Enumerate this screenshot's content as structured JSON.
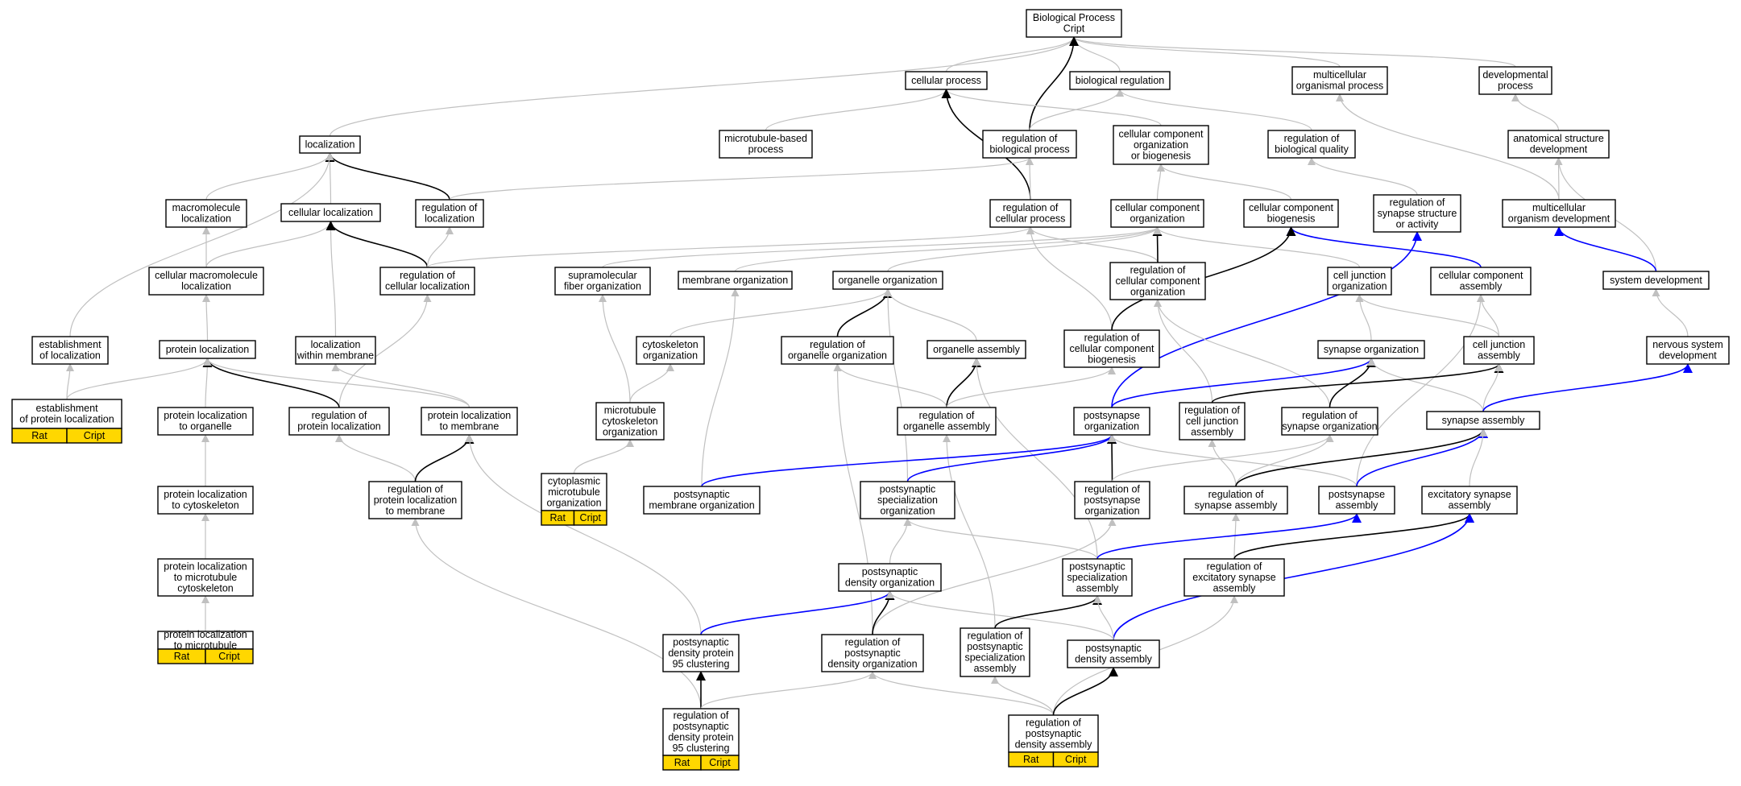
{
  "diagram": {
    "colors": {
      "gray": "#c0c0c0",
      "black": "#000000",
      "blue": "#0000ff",
      "badge": "#FFD700"
    },
    "nodes": [
      {
        "id": "bp",
        "lines": [
          "Biological Process",
          "Cript"
        ]
      },
      {
        "id": "cp",
        "lines": [
          "cellular process"
        ]
      },
      {
        "id": "br",
        "lines": [
          "biological regulation"
        ]
      },
      {
        "id": "mop",
        "lines": [
          "multicellular",
          "organismal process"
        ]
      },
      {
        "id": "dp",
        "lines": [
          "developmental",
          "process"
        ]
      },
      {
        "id": "loc",
        "lines": [
          "localization"
        ]
      },
      {
        "id": "mbp",
        "lines": [
          "microtubule-based",
          "process"
        ]
      },
      {
        "id": "rbp",
        "lines": [
          "regulation of",
          "biological process"
        ]
      },
      {
        "id": "ccob",
        "lines": [
          "cellular component",
          "organization",
          "or biogenesis"
        ]
      },
      {
        "id": "rbq",
        "lines": [
          "regulation of",
          "biological quality"
        ]
      },
      {
        "id": "asd",
        "lines": [
          "anatomical structure",
          "development"
        ]
      },
      {
        "id": "macloc",
        "lines": [
          "macromolecule",
          "localization"
        ]
      },
      {
        "id": "cloc",
        "lines": [
          "cellular localization"
        ]
      },
      {
        "id": "rloc",
        "lines": [
          "regulation of",
          "localization"
        ]
      },
      {
        "id": "rcp",
        "lines": [
          "regulation of",
          "cellular process"
        ]
      },
      {
        "id": "cco",
        "lines": [
          "cellular component",
          "organization"
        ]
      },
      {
        "id": "ccb",
        "lines": [
          "cellular component",
          "biogenesis"
        ]
      },
      {
        "id": "rssa",
        "lines": [
          "regulation of",
          "synapse structure",
          "or activity"
        ]
      },
      {
        "id": "mod",
        "lines": [
          "multicellular",
          "organism development"
        ]
      },
      {
        "id": "cmloc",
        "lines": [
          "cellular macromolecule",
          "localization"
        ]
      },
      {
        "id": "rcloc",
        "lines": [
          "regulation of",
          "cellular localization"
        ]
      },
      {
        "id": "sfo",
        "lines": [
          "supramolecular",
          "fiber organization"
        ]
      },
      {
        "id": "mo",
        "lines": [
          "membrane organization"
        ]
      },
      {
        "id": "oo",
        "lines": [
          "organelle organization"
        ]
      },
      {
        "id": "rcco",
        "lines": [
          "regulation of",
          "cellular component",
          "organization"
        ]
      },
      {
        "id": "cjo",
        "lines": [
          "cell junction",
          "organization"
        ]
      },
      {
        "id": "cca",
        "lines": [
          "cellular component",
          "assembly"
        ]
      },
      {
        "id": "sd",
        "lines": [
          "system development"
        ]
      },
      {
        "id": "eloc",
        "lines": [
          "establishment",
          "of localization"
        ]
      },
      {
        "id": "ploc",
        "lines": [
          "protein localization"
        ]
      },
      {
        "id": "locm",
        "lines": [
          "localization",
          "within membrane"
        ]
      },
      {
        "id": "cyo",
        "lines": [
          "cytoskeleton",
          "organization"
        ]
      },
      {
        "id": "roo",
        "lines": [
          "regulation of",
          "organelle organization"
        ]
      },
      {
        "id": "oa",
        "lines": [
          "organelle assembly"
        ]
      },
      {
        "id": "rccb",
        "lines": [
          "regulation of",
          "cellular component",
          "biogenesis"
        ]
      },
      {
        "id": "so",
        "lines": [
          "synapse organization"
        ]
      },
      {
        "id": "cja",
        "lines": [
          "cell junction",
          "assembly"
        ]
      },
      {
        "id": "nsd",
        "lines": [
          "nervous system",
          "development"
        ]
      },
      {
        "id": "eploc",
        "lines": [
          "establishment",
          "of protein localization"
        ],
        "badges": [
          "Rat",
          "Cript"
        ]
      },
      {
        "id": "plo",
        "lines": [
          "protein localization",
          "to organelle"
        ]
      },
      {
        "id": "rploc",
        "lines": [
          "regulation of",
          "protein localization"
        ]
      },
      {
        "id": "plm",
        "lines": [
          "protein localization",
          "to membrane"
        ]
      },
      {
        "id": "mco",
        "lines": [
          "microtubule",
          "cytoskeleton",
          "organization"
        ]
      },
      {
        "id": "roa",
        "lines": [
          "regulation of",
          "organelle assembly"
        ]
      },
      {
        "id": "pso",
        "lines": [
          "postsynapse",
          "organization"
        ]
      },
      {
        "id": "rcja",
        "lines": [
          "regulation of",
          "cell junction",
          "assembly"
        ]
      },
      {
        "id": "rso",
        "lines": [
          "regulation of",
          "synapse organization"
        ]
      },
      {
        "id": "sa",
        "lines": [
          "synapse assembly"
        ]
      },
      {
        "id": "plc",
        "lines": [
          "protein localization",
          "to cytoskeleton"
        ]
      },
      {
        "id": "rplm",
        "lines": [
          "regulation of",
          "protein localization",
          "to membrane"
        ]
      },
      {
        "id": "cmo",
        "lines": [
          "cytoplasmic",
          "microtubule",
          "organization"
        ],
        "badges": [
          "Rat",
          "Cript"
        ]
      },
      {
        "id": "pmo",
        "lines": [
          "postsynaptic",
          "membrane organization"
        ]
      },
      {
        "id": "psso",
        "lines": [
          "postsynaptic",
          "specialization",
          "organization"
        ]
      },
      {
        "id": "rpso",
        "lines": [
          "regulation of",
          "postsynapse",
          "organization"
        ]
      },
      {
        "id": "rsa",
        "lines": [
          "regulation of",
          "synapse assembly"
        ]
      },
      {
        "id": "psa",
        "lines": [
          "postsynapse",
          "assembly"
        ]
      },
      {
        "id": "esa",
        "lines": [
          "excitatory synapse",
          "assembly"
        ]
      },
      {
        "id": "plmc",
        "lines": [
          "protein localization",
          "to microtubule",
          "cytoskeleton"
        ]
      },
      {
        "id": "pdo",
        "lines": [
          "postsynaptic",
          "density organization"
        ]
      },
      {
        "id": "pssa",
        "lines": [
          "postsynaptic",
          "specialization",
          "assembly"
        ]
      },
      {
        "id": "resa",
        "lines": [
          "regulation of",
          "excitatory synapse",
          "assembly"
        ]
      },
      {
        "id": "plmt",
        "lines": [
          "protein localization",
          "to microtubule"
        ],
        "badges": [
          "Rat",
          "Cript"
        ]
      },
      {
        "id": "pdp95",
        "lines": [
          "postsynaptic",
          "density protein",
          "95 clustering"
        ]
      },
      {
        "id": "rpdo",
        "lines": [
          "regulation of",
          "postsynaptic",
          "density organization"
        ]
      },
      {
        "id": "rpssa",
        "lines": [
          "regulation of",
          "postsynaptic",
          "specialization",
          "assembly"
        ]
      },
      {
        "id": "pda",
        "lines": [
          "postsynaptic",
          "density assembly"
        ]
      },
      {
        "id": "rpdp95",
        "lines": [
          "regulation of",
          "postsynaptic",
          "density protein",
          "95 clustering"
        ],
        "badges": [
          "Rat",
          "Cript"
        ]
      },
      {
        "id": "rpda",
        "lines": [
          "regulation of",
          "postsynaptic",
          "density assembly"
        ],
        "badges": [
          "Rat",
          "Cript"
        ]
      }
    ],
    "edges": [
      [
        "cp",
        "bp",
        "gray"
      ],
      [
        "br",
        "bp",
        "gray"
      ],
      [
        "mop",
        "bp",
        "gray"
      ],
      [
        "dp",
        "bp",
        "gray"
      ],
      [
        "loc",
        "bp",
        "gray"
      ],
      [
        "rbp",
        "bp",
        "black"
      ],
      [
        "mbp",
        "cp",
        "gray"
      ],
      [
        "ccob",
        "cp",
        "gray"
      ],
      [
        "rcp",
        "cp",
        "black"
      ],
      [
        "rbp",
        "br",
        "gray"
      ],
      [
        "rbq",
        "br",
        "gray"
      ],
      [
        "mod",
        "mop",
        "gray"
      ],
      [
        "asd",
        "dp",
        "gray"
      ],
      [
        "cloc",
        "loc",
        "gray"
      ],
      [
        "macloc",
        "loc",
        "gray"
      ],
      [
        "rloc",
        "loc",
        "black"
      ],
      [
        "eloc",
        "loc",
        "gray"
      ],
      [
        "rcp",
        "rbp",
        "gray"
      ],
      [
        "rloc",
        "rbp",
        "gray"
      ],
      [
        "cco",
        "ccob",
        "gray"
      ],
      [
        "ccb",
        "ccob",
        "gray"
      ],
      [
        "rssa",
        "rbq",
        "gray"
      ],
      [
        "mod",
        "asd",
        "gray"
      ],
      [
        "sd",
        "asd",
        "gray"
      ],
      [
        "cmloc",
        "macloc",
        "gray"
      ],
      [
        "cmloc",
        "cloc",
        "gray"
      ],
      [
        "locm",
        "cloc",
        "gray"
      ],
      [
        "rcloc",
        "cloc",
        "black"
      ],
      [
        "rcloc",
        "rloc",
        "gray"
      ],
      [
        "rcco",
        "rcp",
        "gray"
      ],
      [
        "rccb",
        "rcp",
        "gray"
      ],
      [
        "rcloc",
        "rcp",
        "gray"
      ],
      [
        "rcco",
        "cco",
        "black"
      ],
      [
        "oo",
        "cco",
        "gray"
      ],
      [
        "mo",
        "cco",
        "gray"
      ],
      [
        "sfo",
        "cco",
        "gray"
      ],
      [
        "cjo",
        "cco",
        "gray"
      ],
      [
        "cca",
        "ccb",
        "blue"
      ],
      [
        "rccb",
        "ccb",
        "black"
      ],
      [
        "pso",
        "rssa",
        "blue"
      ],
      [
        "sd",
        "mod",
        "blue"
      ],
      [
        "ploc",
        "cmloc",
        "gray"
      ],
      [
        "rploc",
        "rcloc",
        "gray"
      ],
      [
        "mco",
        "sfo",
        "gray"
      ],
      [
        "pmo",
        "mo",
        "gray"
      ],
      [
        "roo",
        "oo",
        "black"
      ],
      [
        "oa",
        "oo",
        "gray"
      ],
      [
        "cyo",
        "oo",
        "gray"
      ],
      [
        "psso",
        "oo",
        "gray"
      ],
      [
        "rso",
        "rcco",
        "gray"
      ],
      [
        "rcja",
        "rcco",
        "gray"
      ],
      [
        "so",
        "cjo",
        "gray"
      ],
      [
        "cja",
        "cjo",
        "gray"
      ],
      [
        "cja",
        "cca",
        "gray"
      ],
      [
        "psa",
        "cca",
        "gray"
      ],
      [
        "nsd",
        "sd",
        "gray"
      ],
      [
        "eploc",
        "eloc",
        "gray"
      ],
      [
        "eploc",
        "ploc",
        "gray"
      ],
      [
        "plo",
        "ploc",
        "gray"
      ],
      [
        "rploc",
        "ploc",
        "black"
      ],
      [
        "plm",
        "ploc",
        "gray"
      ],
      [
        "plm",
        "locm",
        "gray"
      ],
      [
        "mco",
        "cyo",
        "gray"
      ],
      [
        "roa",
        "roo",
        "gray"
      ],
      [
        "rpdo",
        "roo",
        "gray"
      ],
      [
        "roa",
        "oa",
        "black"
      ],
      [
        "pssa",
        "oa",
        "gray"
      ],
      [
        "roa",
        "rccb",
        "gray"
      ],
      [
        "pso",
        "so",
        "blue"
      ],
      [
        "rso",
        "so",
        "black"
      ],
      [
        "sa",
        "so",
        "gray"
      ],
      [
        "rcja",
        "cja",
        "black"
      ],
      [
        "sa",
        "cja",
        "gray"
      ],
      [
        "sa",
        "nsd",
        "blue"
      ],
      [
        "plc",
        "plo",
        "gray"
      ],
      [
        "rplm",
        "rploc",
        "gray"
      ],
      [
        "rplm",
        "plm",
        "black"
      ],
      [
        "pdp95",
        "plm",
        "gray"
      ],
      [
        "cmo",
        "mco",
        "gray"
      ],
      [
        "rpssa",
        "roa",
        "gray"
      ],
      [
        "psso",
        "pso",
        "blue"
      ],
      [
        "pmo",
        "pso",
        "blue"
      ],
      [
        "rpso",
        "pso",
        "black"
      ],
      [
        "psa",
        "pso",
        "gray"
      ],
      [
        "rsa",
        "rcja",
        "gray"
      ],
      [
        "rsa",
        "rso",
        "gray"
      ],
      [
        "rpso",
        "rso",
        "gray"
      ],
      [
        "rsa",
        "sa",
        "black"
      ],
      [
        "psa",
        "sa",
        "blue"
      ],
      [
        "esa",
        "sa",
        "gray"
      ],
      [
        "plmc",
        "plc",
        "gray"
      ],
      [
        "rpdp95",
        "rplm",
        "gray"
      ],
      [
        "pdo",
        "psso",
        "gray"
      ],
      [
        "pssa",
        "psso",
        "gray"
      ],
      [
        "rpdo",
        "rpso",
        "gray"
      ],
      [
        "resa",
        "rsa",
        "gray"
      ],
      [
        "pssa",
        "psa",
        "blue"
      ],
      [
        "resa",
        "esa",
        "black"
      ],
      [
        "pda",
        "esa",
        "blue"
      ],
      [
        "plmt",
        "plmc",
        "gray"
      ],
      [
        "pdp95",
        "pdo",
        "blue"
      ],
      [
        "rpdo",
        "pdo",
        "black"
      ],
      [
        "pda",
        "pdo",
        "gray"
      ],
      [
        "rpssa",
        "pssa",
        "black"
      ],
      [
        "pda",
        "pssa",
        "gray"
      ],
      [
        "rpda",
        "resa",
        "gray"
      ],
      [
        "rpdp95",
        "pdp95",
        "black"
      ],
      [
        "rpdp95",
        "rpdo",
        "gray"
      ],
      [
        "rpda",
        "rpdo",
        "gray"
      ],
      [
        "rpda",
        "rpssa",
        "gray"
      ],
      [
        "rpda",
        "pda",
        "black"
      ]
    ]
  }
}
